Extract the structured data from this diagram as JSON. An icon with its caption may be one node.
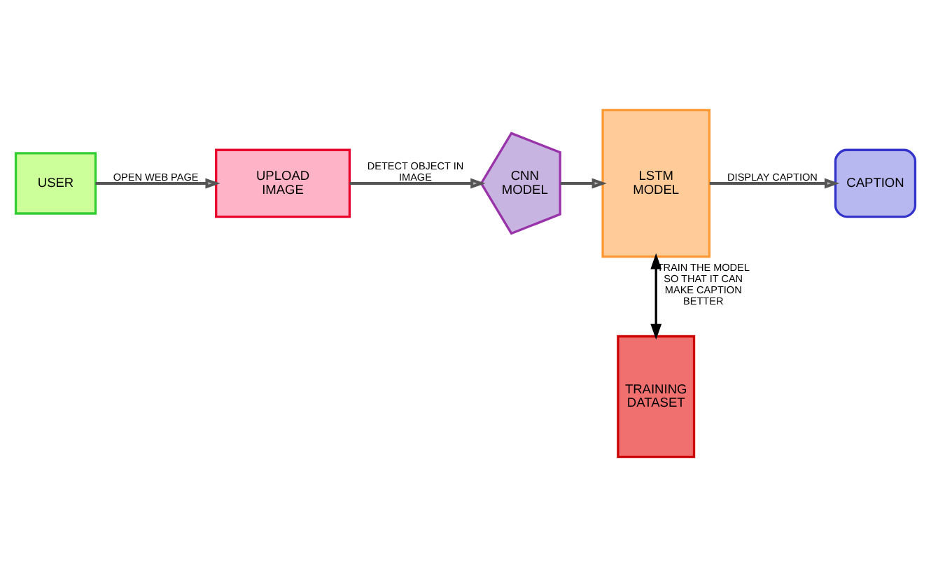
{
  "diagram": {
    "nodes": [
      {
        "text": [
          "USER"
        ]
      },
      {
        "text": [
          "UPLOAD IMAGE"
        ]
      },
      {
        "text": [
          "CNN MODEL"
        ]
      },
      {
        "text": [
          "LSTM MODEL"
        ]
      },
      {
        "text": [
          "CAPTION"
        ]
      },
      {
        "text": [
          "TRAINING DATASET"
        ]
      }
    ],
    "edges": [
      {
        "from": 0,
        "to": 1,
        "arrow": "to",
        "label": "OPEN WEB PAGE"
      },
      {
        "from": 1,
        "to": 2,
        "arrow": "to",
        "label": "DETECT OBJECT IN IMAGE"
      },
      {
        "from": 2,
        "to": 3,
        "arrow": "to"
      },
      {
        "from": 3,
        "to": 4,
        "arrow": "to",
        "label": "DISPLAY CAPTION"
      },
      {
        "from": 3,
        "to": 5,
        "arrow": "both",
        "label": "TRAIN THE MODEL SO THAT IT CAN MAKE CAPTION BETTER",
        "color": "#000000"
      }
    ]
  }
}
